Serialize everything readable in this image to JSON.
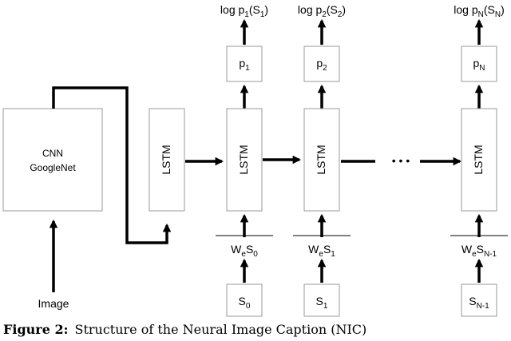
{
  "cnn": {
    "line1": "CNN",
    "line2": "GoogleNet"
  },
  "image_label": "Image",
  "lstm_label": "LSTM",
  "ellipsis": "• • •",
  "steps": [
    {
      "p": "p",
      "p_sub": "1",
      "log_pre": "log p",
      "log_sub1": "1",
      "log_mid": "(S",
      "log_sub2": "1",
      "log_post": ")",
      "we": "W",
      "we_sub": "e",
      "we_s": "S",
      "we_s_sub": "0",
      "s": "S",
      "s_sub": "0"
    },
    {
      "p": "p",
      "p_sub": "2",
      "log_pre": "log p",
      "log_sub1": "2",
      "log_mid": "(S",
      "log_sub2": "2",
      "log_post": ")",
      "we": "W",
      "we_sub": "e",
      "we_s": "S",
      "we_s_sub": "1",
      "s": "S",
      "s_sub": "1"
    },
    {
      "p": "p",
      "p_sub": "N",
      "log_pre": "log p",
      "log_sub1": "N",
      "log_mid": "(S",
      "log_sub2": "N",
      "log_post": ")",
      "we": "W",
      "we_sub": "e",
      "we_s": "S",
      "we_s_sub": "N-1",
      "s": "S",
      "s_sub": "N-1"
    }
  ],
  "caption": {
    "label": "Figure 2:",
    "text": "Structure of the Neural Image Caption (NIC)"
  }
}
